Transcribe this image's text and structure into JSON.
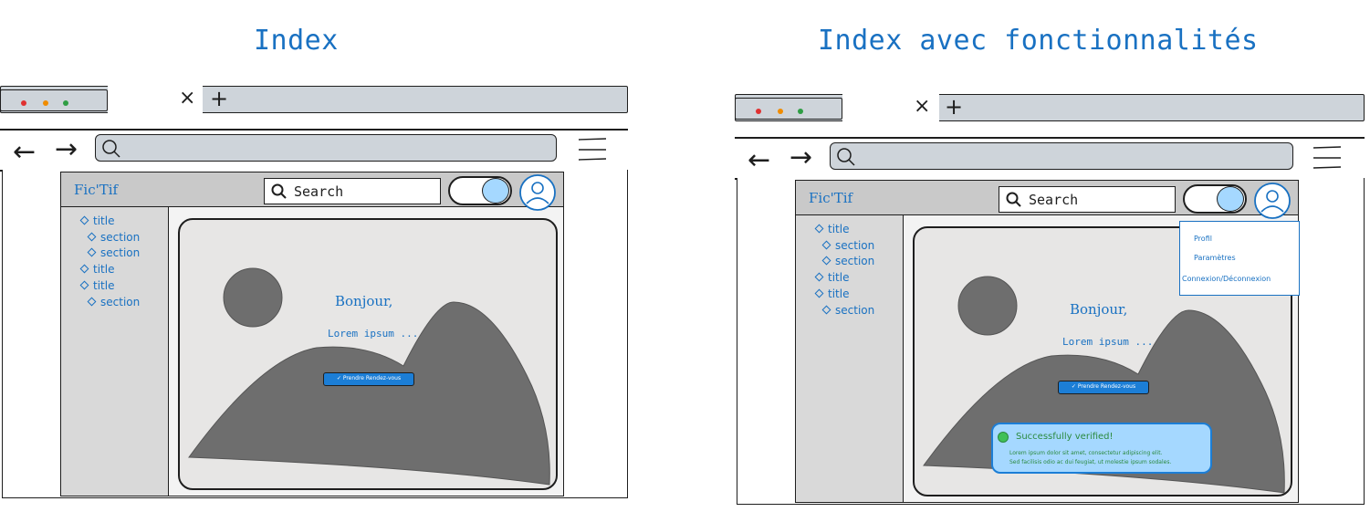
{
  "panels": [
    {
      "title": "Index",
      "site": {
        "logo": "Fic'Tif",
        "search_placeholder": "Search",
        "toc": [
          {
            "label": "title",
            "level": 1
          },
          {
            "label": "section",
            "level": 2
          },
          {
            "label": "section",
            "level": 2
          },
          {
            "label": "title",
            "level": 1
          },
          {
            "label": "title",
            "level": 1
          },
          {
            "label": "section",
            "level": 2
          }
        ],
        "greeting": "Bonjour,",
        "lorem": "Lorem ipsum ...",
        "cta": "✓ Prendre Rendez-vous"
      }
    },
    {
      "title": "Index avec fonctionnalités",
      "site": {
        "logo": "Fic'Tif",
        "search_placeholder": "Search",
        "toc": [
          {
            "label": "title",
            "level": 1
          },
          {
            "label": "section",
            "level": 2
          },
          {
            "label": "section",
            "level": 2
          },
          {
            "label": "title",
            "level": 1
          },
          {
            "label": "title",
            "level": 1
          },
          {
            "label": "section",
            "level": 2
          }
        ],
        "greeting": "Bonjour,",
        "lorem": "Lorem ipsum ...",
        "cta": "✓ Prendre Rendez-vous",
        "dropdown": [
          "Profil",
          "Paramètres",
          "Connexion/Déconnexion"
        ],
        "toast": {
          "title": "Successfully verified!",
          "body": [
            "Lorem ipsum dolor sit amet, consectetur adipiscing elit.",
            "Sed facilisis odio ac dui feugiat, ut molestie ipsum sodales."
          ]
        }
      }
    }
  ],
  "colors": {
    "accent": "#1971c2",
    "chrome": "#ced4da",
    "header": "#c9c9c9",
    "sidebar": "#d9d9d9",
    "card": "#e7e6e5",
    "mountain": "#6e6e6e",
    "toggle_knob": "#a5d8ff",
    "cta": "#1c7ed6",
    "toast_bg": "#a5d8ff",
    "toast_text": "#2b8a3e"
  },
  "icons": [
    "back-arrow-icon",
    "forward-arrow-icon",
    "search-icon",
    "hamburger-menu-icon",
    "close-tab-icon",
    "new-tab-icon",
    "user-avatar-icon",
    "check-icon"
  ]
}
